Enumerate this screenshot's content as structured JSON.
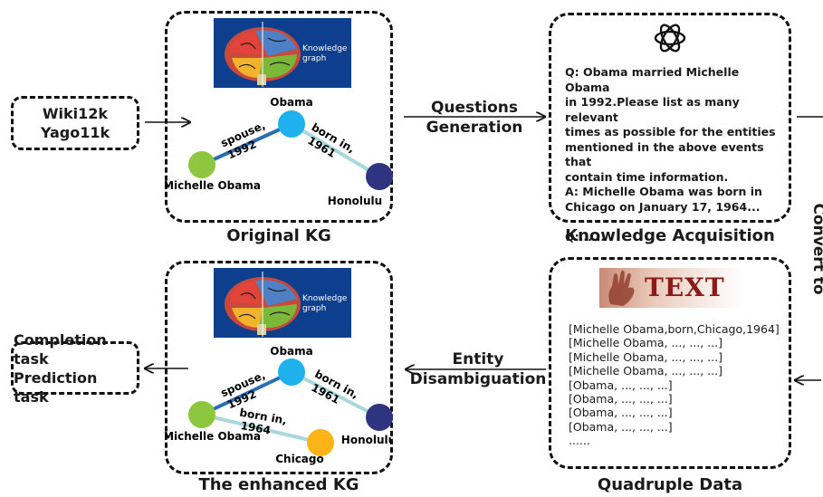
{
  "sources": [
    "Wiki12k",
    "Yago11k"
  ],
  "tasks": [
    "Completion task",
    "Prediction task"
  ],
  "original_kg": {
    "caption": "Original KG",
    "banner_text": [
      "Knowledge",
      "graph"
    ],
    "nodes": {
      "obama": "Obama",
      "michelle": "Michelle Obama",
      "honolulu": "Honolulu"
    },
    "edges": {
      "spouse": [
        "spouse,",
        "1992"
      ],
      "born": [
        "born in,",
        "1961"
      ]
    }
  },
  "enhanced_kg": {
    "caption": "The enhanced KG",
    "banner_text": [
      "Knowledge",
      "graph"
    ],
    "nodes": {
      "obama": "Obama",
      "michelle": "Michelle Obama",
      "honolulu": "Honolulu",
      "chicago": "Chicago"
    },
    "edges": {
      "spouse": [
        "spouse,",
        "1992"
      ],
      "born_obama": [
        "born in,",
        "1961"
      ],
      "born_michelle": [
        "born in,",
        "1964"
      ]
    }
  },
  "knowledge_acquisition": {
    "caption": "Knowledge Acquisition",
    "lines": [
      "Q:  Obama married Michelle Obama",
      "in 1992.Please list as many relevant",
      "times as possible for the entities",
      "mentioned in the above events that",
      "contain time information.",
      "A:  Michelle Obama was born in",
      "Chicago on January 17, 1964...",
      "",
      "Q:......"
    ]
  },
  "quadruple_data": {
    "caption": "Quadruple Data",
    "banner_text": "TEXT",
    "lines": [
      "[Michelle Obama,born,Chicago,1964]",
      "[Michelle Obama, ..., ..., ...]",
      "[Michelle Obama, ..., ..., ...]",
      "[Michelle Obama, ..., ..., ...]",
      "[Obama, ..., ..., ...]",
      "[Obama, ..., ..., ...]",
      "[Obama, ..., ..., ...]",
      "[Obama, ..., ..., ...]",
      "......"
    ]
  },
  "arrow_labels": {
    "questions_generation": [
      "Questions",
      "Generation"
    ],
    "entity_disambiguation": [
      "Entity",
      "Disambiguation"
    ],
    "convert_to": "Convert to"
  },
  "colors": {
    "obama_node": "#1fb0ee",
    "michelle_node": "#8dc63f",
    "honolulu_node": "#2e3480",
    "chicago_node": "#fbb315",
    "spouse_edge": "#2a6db5",
    "born_edge": "#a8d8dc",
    "banner_bg": "#0e3f8f",
    "text_banner": "#8b1a1a"
  },
  "icons": {
    "llm_logo": "openai-knot-icon",
    "brain": "brain-icon"
  }
}
